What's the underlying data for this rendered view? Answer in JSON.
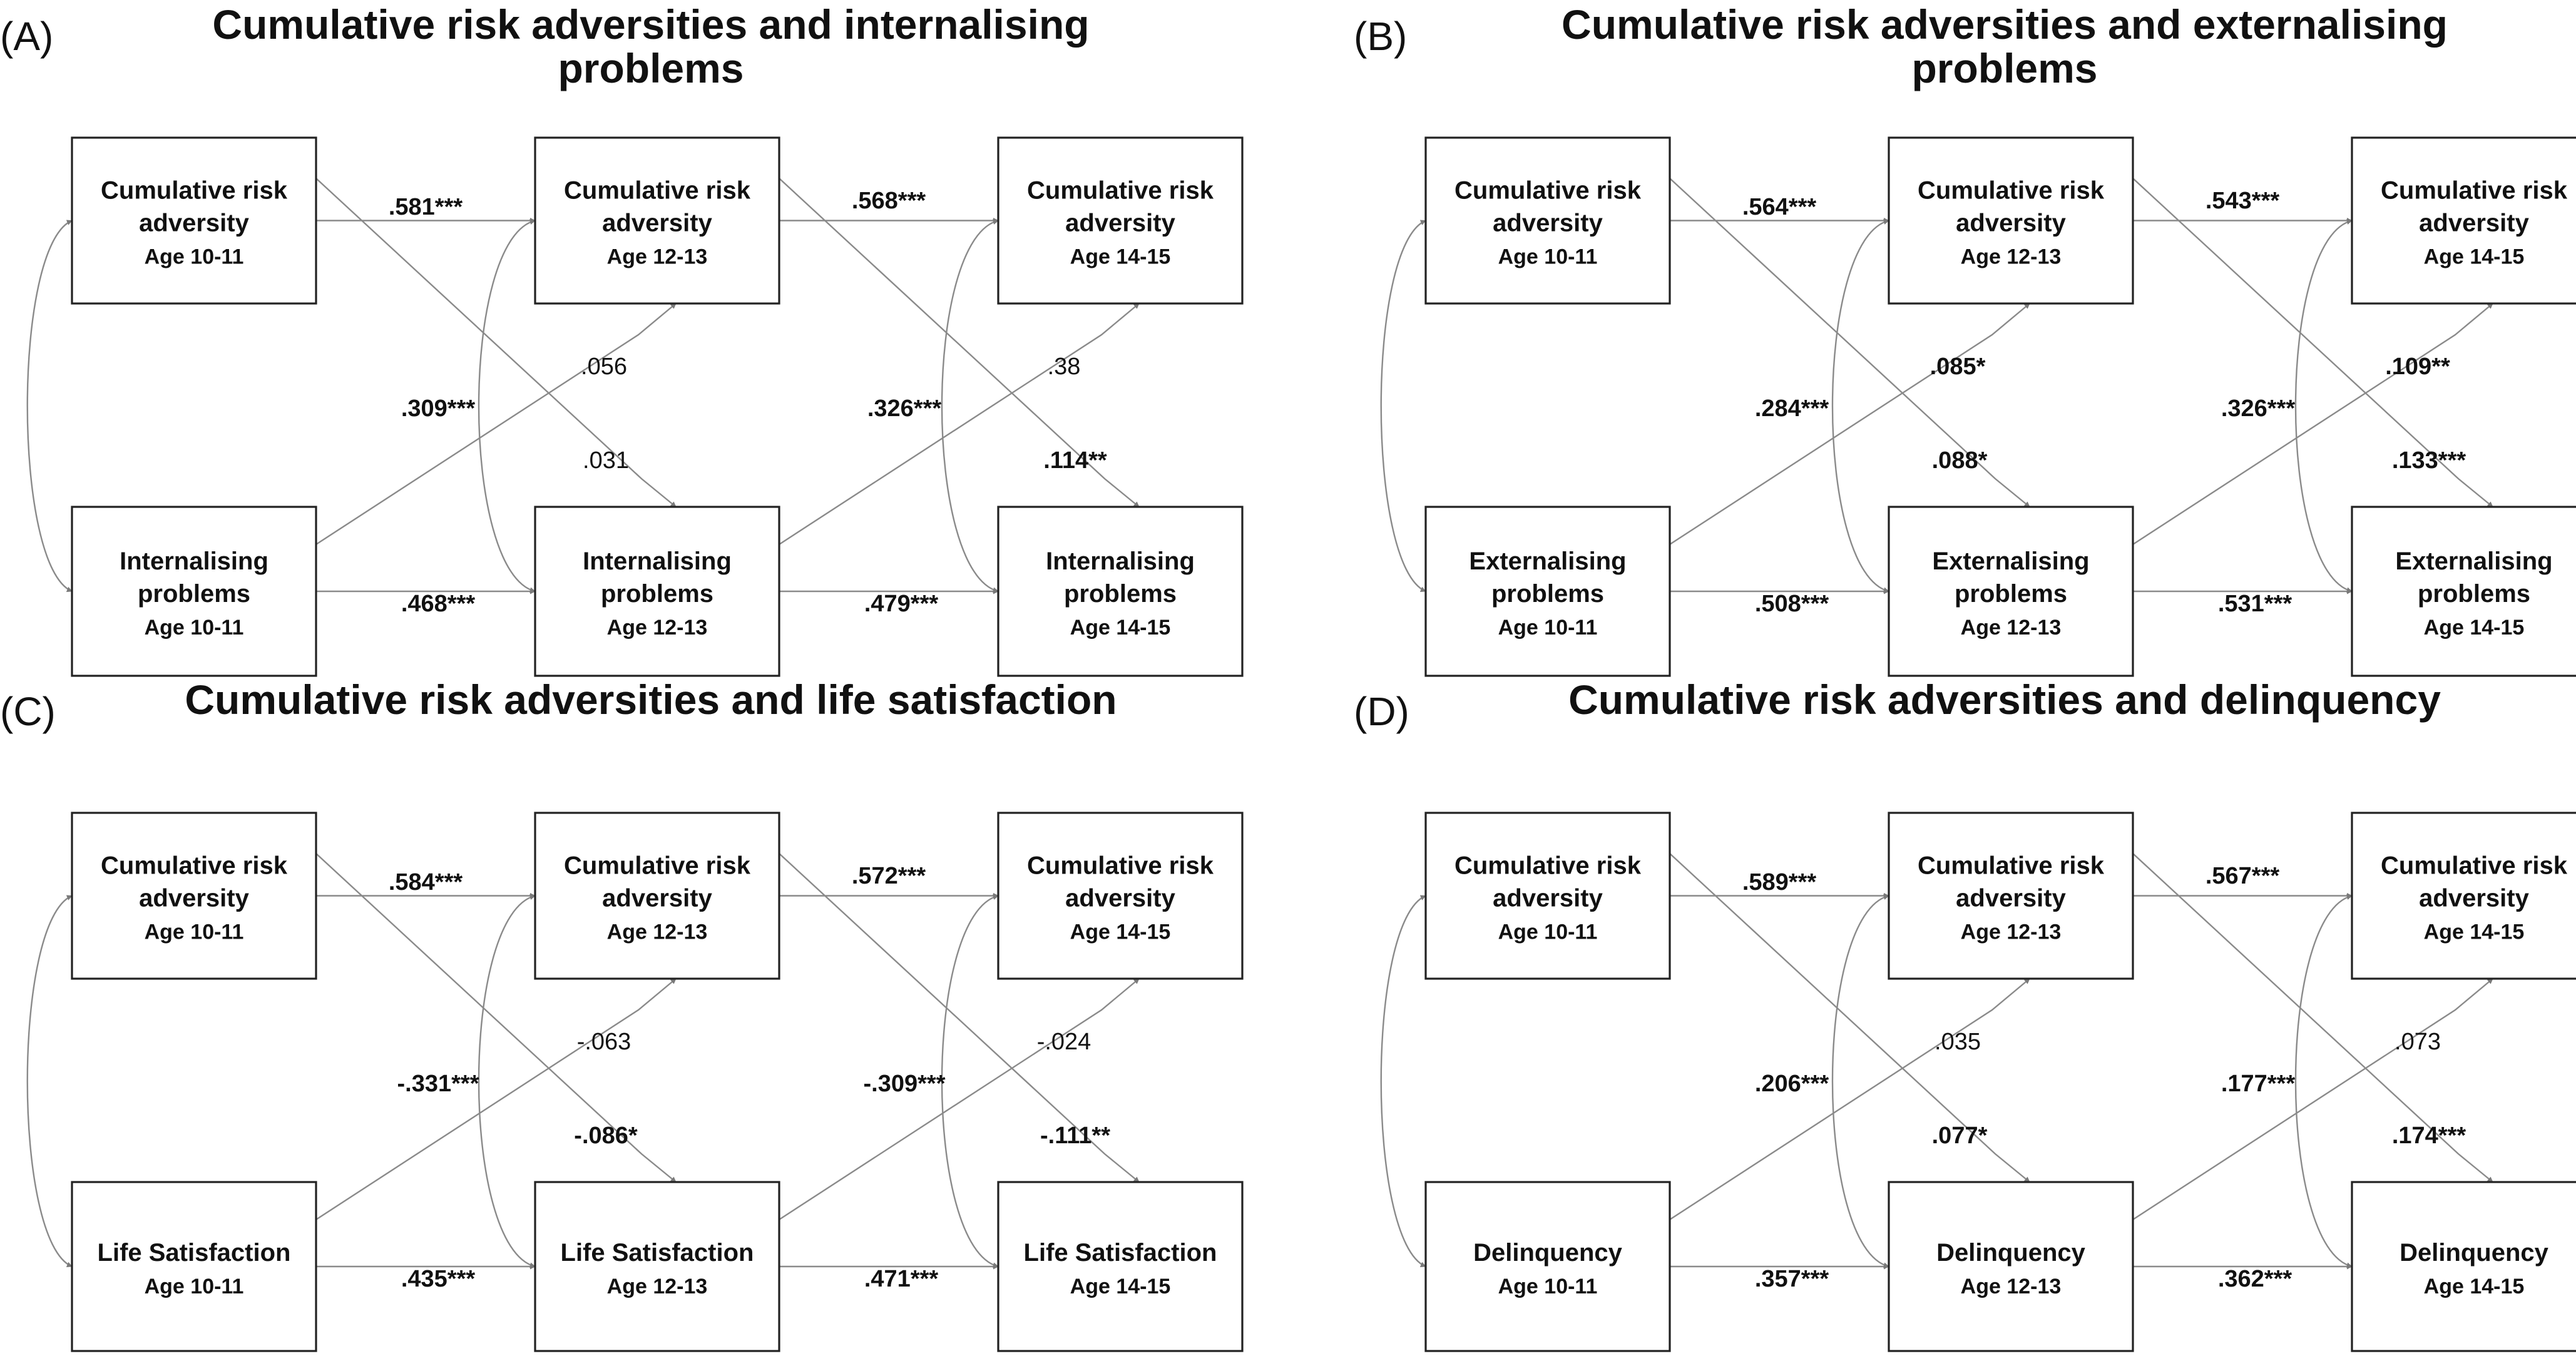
{
  "panels": [
    {
      "letter": "(A)",
      "title_lines": [
        "Cumulative risk adversities and internalising",
        "problems"
      ],
      "top_row": [
        {
          "lines": [
            "Cumulative risk",
            "adversity"
          ],
          "age": "Age 10-11"
        },
        {
          "lines": [
            "Cumulative risk",
            "adversity"
          ],
          "age": "Age 12-13"
        },
        {
          "lines": [
            "Cumulative risk",
            "adversity"
          ],
          "age": "Age 14-15"
        }
      ],
      "bottom_row": [
        {
          "lines": [
            "Internalising",
            "problems"
          ],
          "age": "Age 10-11"
        },
        {
          "lines": [
            "Internalising",
            "problems"
          ],
          "age": "Age 12-13"
        },
        {
          "lines": [
            "Internalising",
            "problems"
          ],
          "age": "Age 14-15"
        }
      ],
      "coefficients": {
        "top_1": ".581***",
        "top_2": ".568***",
        "bottom_1": ".468***",
        "bottom_2": ".479***",
        "down_1": ".031",
        "down_2": ".114**",
        "up_1": ".056",
        "up_2": ".38",
        "cov_1": ".309***",
        "cov_2": ".326***"
      }
    },
    {
      "letter": "(B)",
      "title_lines": [
        "Cumulative risk adversities and externalising",
        "problems"
      ],
      "top_row": [
        {
          "lines": [
            "Cumulative risk",
            "adversity"
          ],
          "age": "Age 10-11"
        },
        {
          "lines": [
            "Cumulative risk",
            "adversity"
          ],
          "age": "Age 12-13"
        },
        {
          "lines": [
            "Cumulative risk",
            "adversity"
          ],
          "age": "Age 14-15"
        }
      ],
      "bottom_row": [
        {
          "lines": [
            "Externalising",
            "problems"
          ],
          "age": "Age 10-11"
        },
        {
          "lines": [
            "Externalising",
            "problems"
          ],
          "age": "Age 12-13"
        },
        {
          "lines": [
            "Externalising",
            "problems"
          ],
          "age": "Age 14-15"
        }
      ],
      "coefficients": {
        "top_1": ".564***",
        "top_2": ".543***",
        "bottom_1": ".508***",
        "bottom_2": ".531***",
        "down_1": ".088*",
        "down_2": ".133***",
        "up_1": ".085*",
        "up_2": ".109**",
        "cov_1": ".284***",
        "cov_2": ".326***"
      }
    },
    {
      "letter": "(C)",
      "title_lines": [
        "Cumulative risk adversities and life satisfaction"
      ],
      "top_row": [
        {
          "lines": [
            "Cumulative risk",
            "adversity"
          ],
          "age": "Age 10-11"
        },
        {
          "lines": [
            "Cumulative risk",
            "adversity"
          ],
          "age": "Age 12-13"
        },
        {
          "lines": [
            "Cumulative risk",
            "adversity"
          ],
          "age": "Age 14-15"
        }
      ],
      "bottom_row": [
        {
          "lines": [
            "Life Satisfaction"
          ],
          "age": "Age 10-11"
        },
        {
          "lines": [
            "Life Satisfaction"
          ],
          "age": "Age 12-13"
        },
        {
          "lines": [
            "Life Satisfaction"
          ],
          "age": "Age 14-15"
        }
      ],
      "coefficients": {
        "top_1": ".584***",
        "top_2": ".572***",
        "bottom_1": ".435***",
        "bottom_2": ".471***",
        "down_1": "-.086*",
        "down_2": "-.111**",
        "up_1": "-.063",
        "up_2": "-.024",
        "cov_1": "-.331***",
        "cov_2": "-.309***"
      }
    },
    {
      "letter": "(D)",
      "title_lines": [
        "Cumulative risk adversities and delinquency"
      ],
      "top_row": [
        {
          "lines": [
            "Cumulative risk",
            "adversity"
          ],
          "age": "Age 10-11"
        },
        {
          "lines": [
            "Cumulative risk",
            "adversity"
          ],
          "age": "Age 12-13"
        },
        {
          "lines": [
            "Cumulative risk",
            "adversity"
          ],
          "age": "Age 14-15"
        }
      ],
      "bottom_row": [
        {
          "lines": [
            "Delinquency"
          ],
          "age": "Age 10-11"
        },
        {
          "lines": [
            "Delinquency"
          ],
          "age": "Age 12-13"
        },
        {
          "lines": [
            "Delinquency"
          ],
          "age": "Age 14-15"
        }
      ],
      "coefficients": {
        "top_1": ".589***",
        "top_2": ".567***",
        "bottom_1": ".357***",
        "bottom_2": ".362***",
        "down_1": ".077*",
        "down_2": ".174***",
        "up_1": ".035",
        "up_2": ".073",
        "cov_1": ".206***",
        "cov_2": ".177***"
      }
    }
  ]
}
